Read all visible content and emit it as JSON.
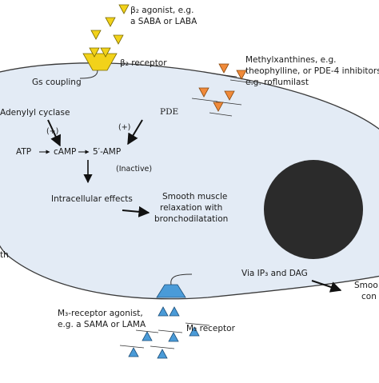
{
  "labels": {
    "beta2_agonist_line1": "β₂ agonist, e.g.",
    "beta2_agonist_line2": "a SABA or LABA",
    "beta2_receptor": "β₂ receptor",
    "gs_coupling": "Gs coupling",
    "adenylyl_cyclase": "Adenylyl cyclase",
    "plus_left": "(+)",
    "plus_right": "(+)",
    "pde": "PDE",
    "atp": "ATP",
    "camp": "cAMP",
    "five_amp": "5′-AMP",
    "inactive": "(Inactive)",
    "intracellular_effects": "Intracellular effects",
    "smooth_line1": "Smooth muscle",
    "smooth_line2": "relaxation with",
    "smooth_line3": "bronchodilatation",
    "methyl_line1": "Methylxanthines, e.g.",
    "methyl_line2": "theophylline, or PDE-4 inhibitors,",
    "methyl_line3": "e.g. roflumilast",
    "via_ip3": "Via IP₃ and DAG",
    "smooth_contraction_line1": "Smoo",
    "smooth_contraction_line2": "con",
    "left_fragment": "th",
    "m3_agonist_line1": "M₃-receptor agonist,",
    "m3_agonist_line2": "e.g. a SAMA or LAMA",
    "m3_receptor": "M₃ receptor"
  },
  "colors": {
    "cell_fill": "#e3ebf5",
    "cell_stroke": "#3a3a3a",
    "nucleus": "#2b2b2b",
    "beta_ligand": "#f2d21a",
    "beta_ligand_stroke": "#7a6a00",
    "pde_ligand": "#f08a3a",
    "pde_ligand_stroke": "#8a4a10",
    "m3_ligand": "#4a9bd8",
    "m3_ligand_stroke": "#1c4f7a",
    "arrow": "#111111"
  }
}
